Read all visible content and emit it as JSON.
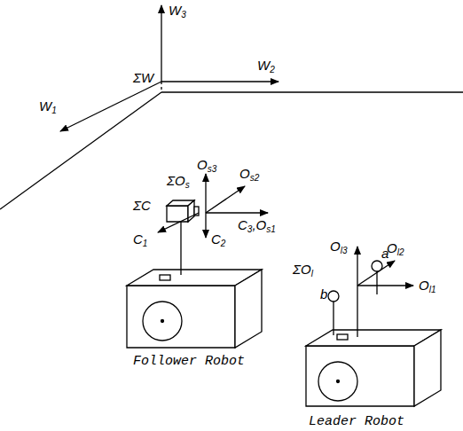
{
  "diagram": {
    "labels": [
      "W3",
      "W2",
      "W1",
      "ΣW",
      "ΣOs",
      "Os3",
      "Os2",
      "ΣC",
      "C1",
      "C2",
      "C3,Os1",
      "Follower Robot",
      "ΣOl",
      "Ol3",
      "a",
      "Ol2",
      "Ol1",
      "b",
      "Leader Robot"
    ]
  }
}
